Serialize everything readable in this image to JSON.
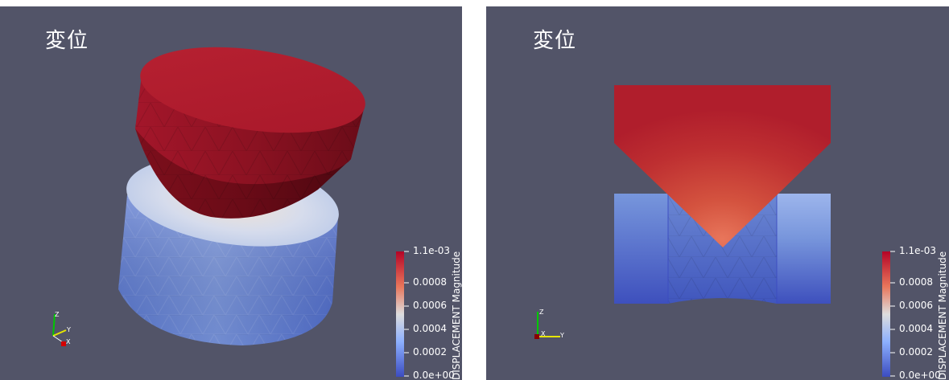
{
  "views": [
    {
      "title": "変位",
      "colorbar": {
        "title": "DISPLACEMENT Magnitude",
        "labels": [
          "1.1e-03",
          "0.0008",
          "0.0006",
          "0.0004",
          "0.0002",
          "0.0e+00"
        ]
      },
      "axes": {
        "z": "Z",
        "y": "Y",
        "x": "X"
      }
    },
    {
      "title": "変位",
      "colorbar": {
        "title": "DISPLACEMENT Magnitude",
        "labels": [
          "1.1e-03",
          "0.0008",
          "0.0006",
          "0.0004",
          "0.0002",
          "0.0e+00"
        ]
      },
      "axes": {
        "z": "Z",
        "x": "X",
        "y": "Y"
      }
    }
  ],
  "colors": {
    "background": "#525468",
    "high": "#b40426",
    "mid": "#dddddd",
    "low": "#3b4cc0"
  }
}
